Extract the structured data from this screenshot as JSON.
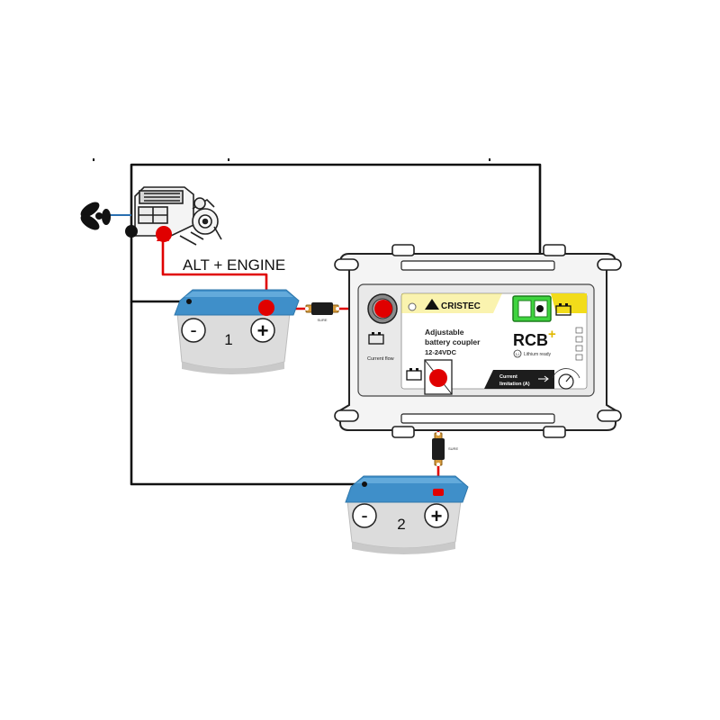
{
  "labels": {
    "alt_engine": "ALT + ENGINE",
    "battery1": {
      "minus": "-",
      "number": "1",
      "plus": "+"
    },
    "battery2": {
      "minus": "-",
      "number": "2",
      "plus": "+"
    }
  },
  "device": {
    "brand": "CRISTEC",
    "description_line1": "Adjustable",
    "description_line2": "battery coupler",
    "voltage": "12-24VDC",
    "model": "RCB",
    "model_suffix": "+",
    "lithium_badge": "Li",
    "lithium_text": "Lithium ready",
    "current_flow": "Current flow",
    "current_limitation_line1": "Current",
    "current_limitation_line2": "limitation (A)",
    "fuse_mark": "SURE"
  },
  "colors": {
    "wire_black": "#111111",
    "wire_red": "#e00000",
    "battery_top": "#3f8fc9",
    "battery_body": "#dcdcdc",
    "device_accent": "#f2dc1a",
    "indicator_green": "#3fd43f"
  }
}
